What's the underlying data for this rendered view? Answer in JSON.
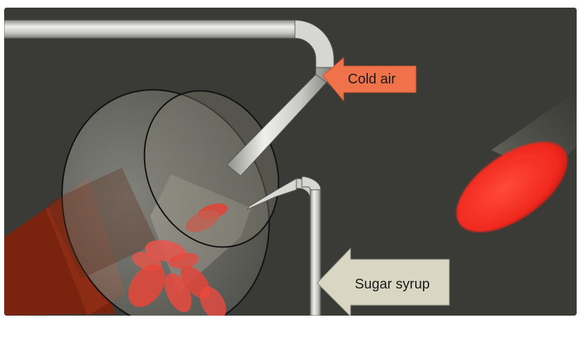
{
  "labels": {
    "cold_air": "Cold air",
    "sugar_syrup": "Sugar syrup"
  },
  "colors": {
    "background": "#3a3a36",
    "cold_air_arrow": "#f0724a",
    "sugar_syrup_arrow": "#d9d7c4",
    "candy": "#ff3a2e",
    "pan_stand": "#7a2410",
    "pipe": "#cfcfca"
  },
  "icons": [
    "coating-pan",
    "air-pipe",
    "syrup-nozzle",
    "candy-pieces",
    "motor-base"
  ]
}
